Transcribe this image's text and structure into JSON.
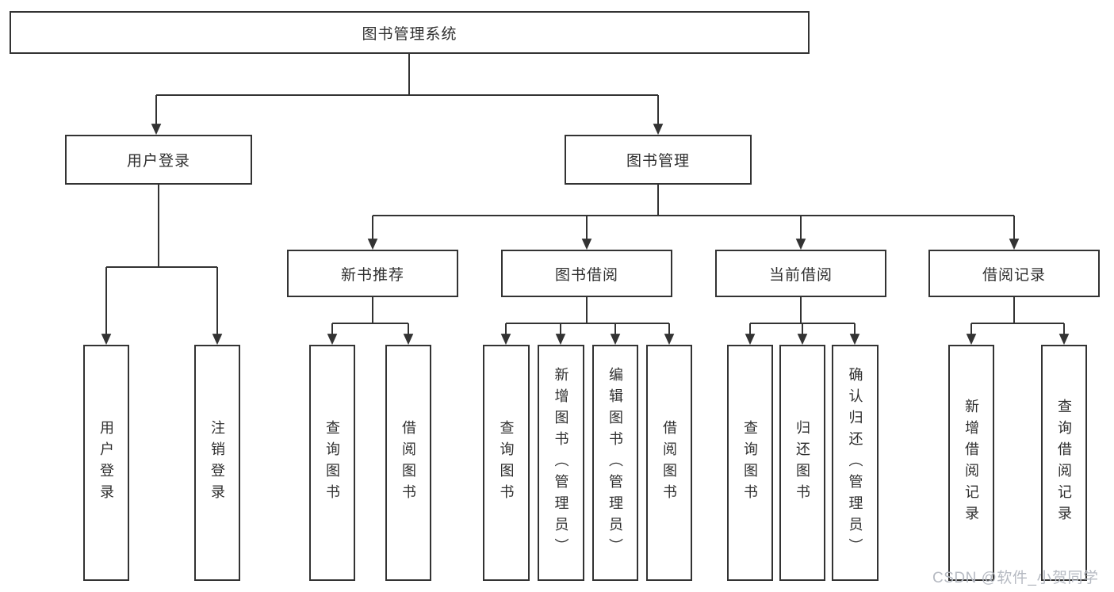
{
  "tree": {
    "root": "图书管理系统",
    "branches": [
      {
        "label": "用户登录",
        "children": [
          "用户登录",
          "注销登录"
        ]
      },
      {
        "label": "图书管理",
        "modules": [
          {
            "label": "新书推荐",
            "children": [
              "查询图书",
              "借阅图书"
            ]
          },
          {
            "label": "图书借阅",
            "children": [
              "查询图书",
              "新增图书（管理员）",
              "编辑图书（管理员）",
              "借阅图书"
            ]
          },
          {
            "label": "当前借阅",
            "children": [
              "查询图书",
              "归还图书",
              "确认归还（管理员）"
            ]
          },
          {
            "label": "借阅记录",
            "children": [
              "新增借阅记录",
              "查询借阅记录"
            ]
          }
        ]
      }
    ]
  },
  "watermark": {
    "text": "CSDN @软件_小贺同学",
    "color": "#b6bac2"
  },
  "colors": {
    "line": "#333333",
    "box_border": "#333333",
    "text": "#2f2f2f",
    "background": "#ffffff"
  }
}
